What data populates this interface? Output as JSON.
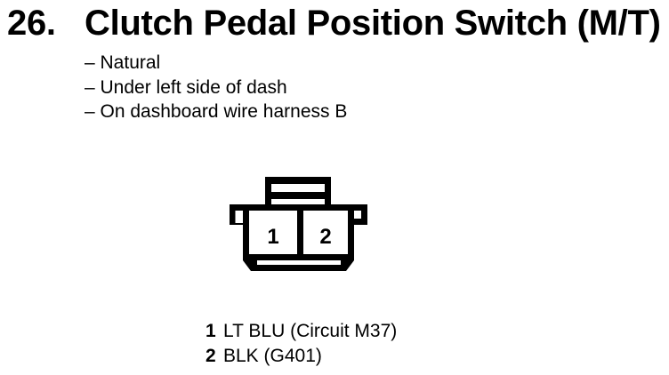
{
  "page": {
    "background": "#ffffff",
    "ink": "#000000"
  },
  "heading": {
    "number": "26.",
    "title": "Clutch Pedal Position Switch (M/T)"
  },
  "notes": {
    "items": [
      "– Natural",
      "– Under left side of dash",
      "– On dashboard wire harness B"
    ]
  },
  "connector": {
    "pins": [
      {
        "number": "1"
      },
      {
        "number": "2"
      }
    ]
  },
  "legend": {
    "entries": [
      {
        "pin": "1",
        "label": "LT BLU (Circuit M37)"
      },
      {
        "pin": "2",
        "label": "BLK (G401)"
      }
    ]
  }
}
